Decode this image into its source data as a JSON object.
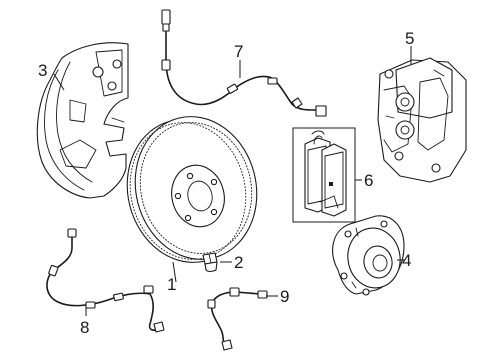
{
  "callouts": [
    {
      "id": "1",
      "part": "brake-rotor"
    },
    {
      "id": "2",
      "part": "rotor-screw"
    },
    {
      "id": "3",
      "part": "splash-shield"
    },
    {
      "id": "4",
      "part": "hub-bearing"
    },
    {
      "id": "5",
      "part": "caliper"
    },
    {
      "id": "6",
      "part": "brake-pads"
    },
    {
      "id": "7",
      "part": "front-wear-sensor"
    },
    {
      "id": "8",
      "part": "lower-wear-sensor"
    },
    {
      "id": "9",
      "part": "short-wear-sensor"
    }
  ]
}
